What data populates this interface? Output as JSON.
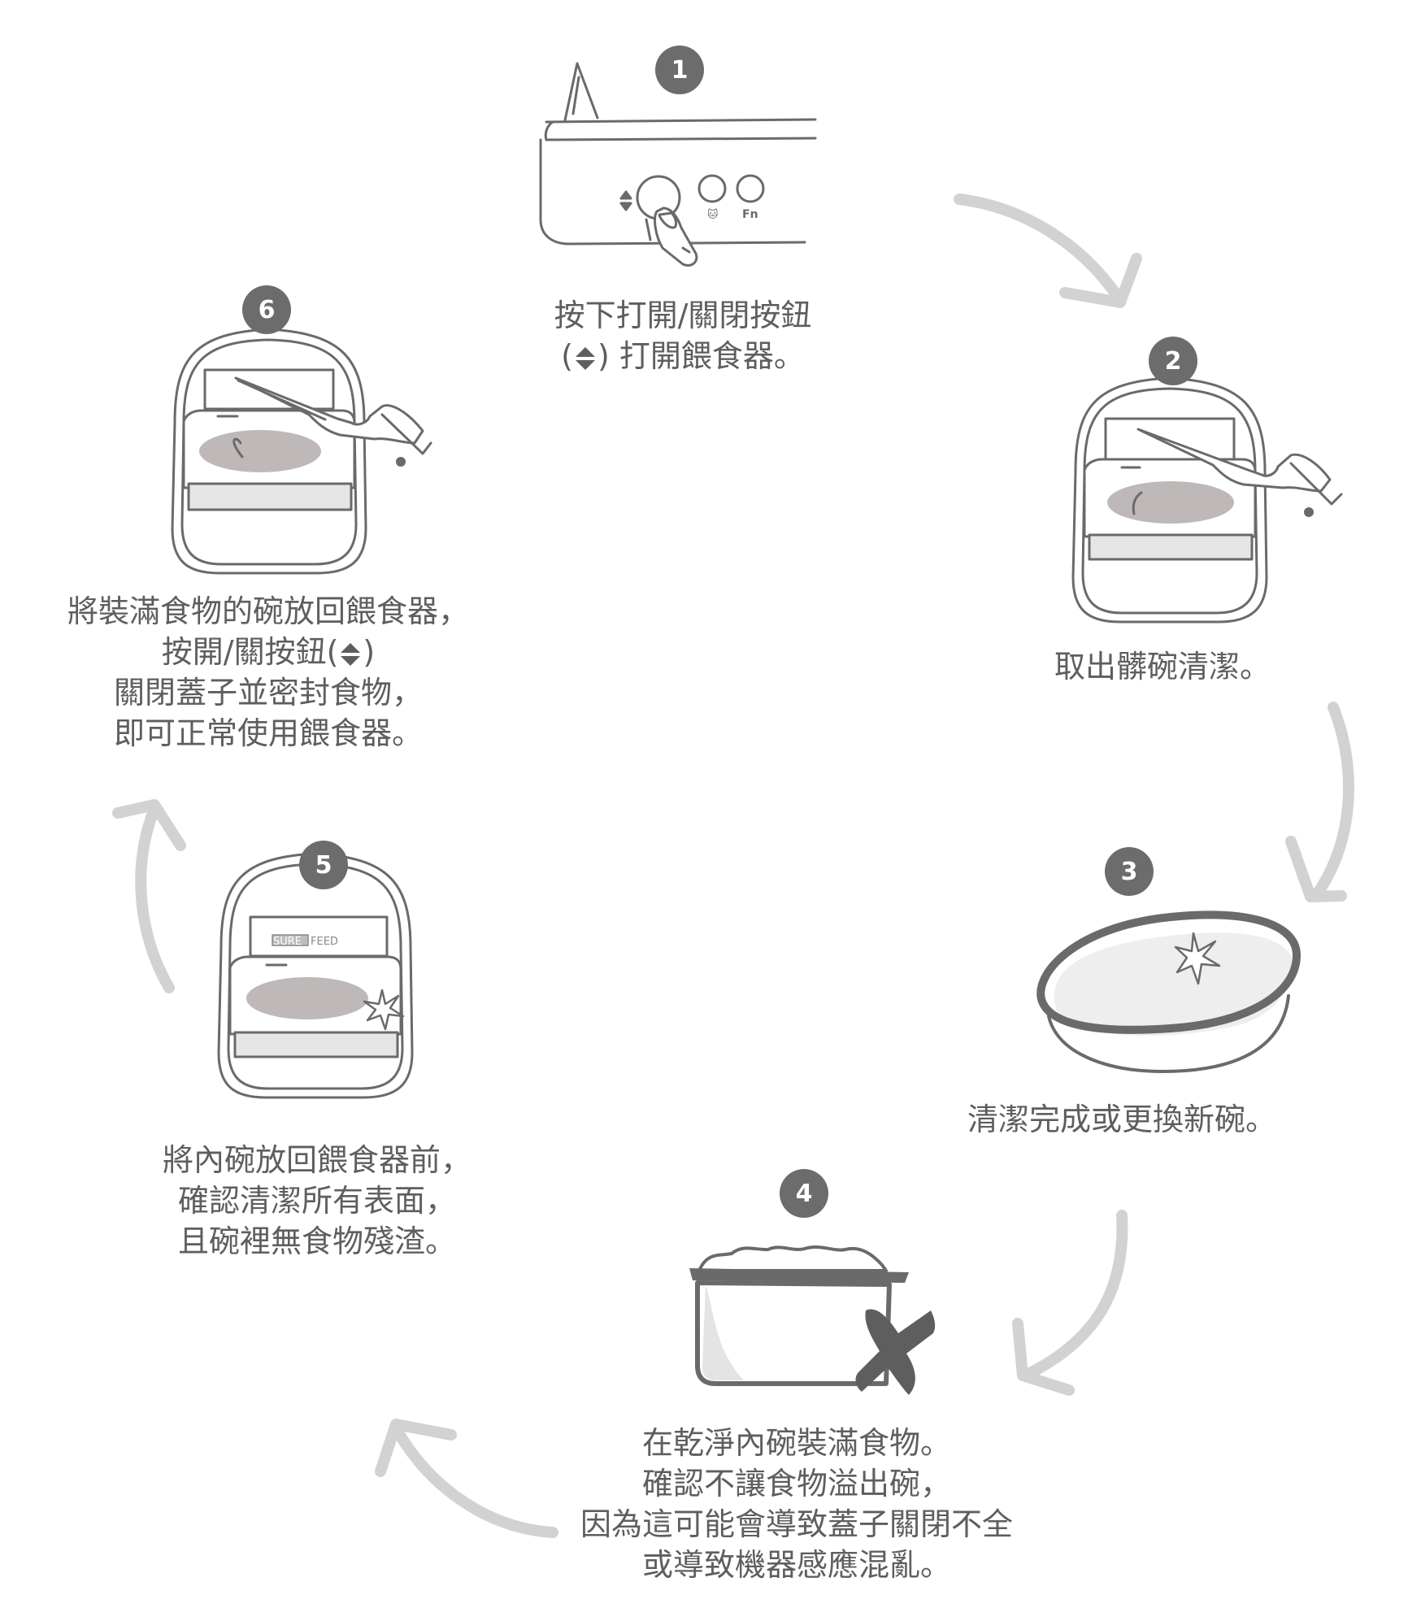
{
  "steps": [
    {
      "number": "1",
      "lines": [
        "按下打開/關閉按鈕",
        "(",
        ") 打開餵食器。"
      ]
    },
    {
      "number": "2",
      "lines": [
        "取出髒碗清潔。"
      ]
    },
    {
      "number": "3",
      "lines": [
        "清潔完成或更換新碗。"
      ]
    },
    {
      "number": "4",
      "lines": [
        "在乾淨內碗裝滿食物。",
        "確認不讓食物溢出碗，",
        "因為這可能會導致蓋子關閉不全",
        "或導致機器感應混亂。"
      ]
    },
    {
      "number": "5",
      "lines": [
        "將內碗放回餵食器前，",
        "確認清潔所有表面，",
        "且碗裡無食物殘渣。"
      ]
    },
    {
      "number": "6",
      "lines": [
        "將裝滿食物的碗放回餵食器，",
        "按開/關按鈕(",
        ")",
        "關閉蓋子並密封食物，",
        "即可正常使用餵食器。"
      ]
    }
  ],
  "device": {
    "brand_left": "SURE",
    "brand_right": "FEED",
    "fn_label": "Fn"
  },
  "colors": {
    "ink": "#5a5a5a",
    "badge": "#6c6c6c",
    "arrow": "#cfcfcf",
    "food": "#bfb8b8"
  }
}
